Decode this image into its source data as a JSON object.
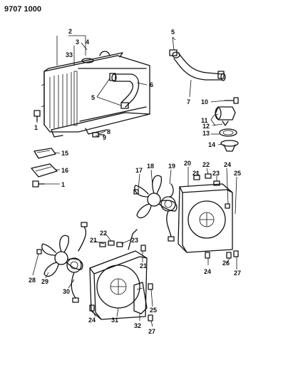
{
  "document_number": "9707 1000",
  "callouts": {
    "c1a": "1",
    "c1b": "1",
    "c2": "2",
    "c3": "3",
    "c4": "4",
    "c5a": "5",
    "c5b": "5",
    "c6": "6",
    "c7": "7",
    "c8": "8",
    "c9": "9",
    "c10": "10",
    "c11": "11",
    "c12": "12",
    "c13": "13",
    "c14": "14",
    "c15": "15",
    "c16": "16",
    "c17": "17",
    "c18": "18",
    "c19": "19",
    "c20": "20",
    "c21a": "21",
    "c21b": "21",
    "c22a": "22",
    "c22b": "22",
    "c23a": "23",
    "c23b": "23",
    "c24a": "24",
    "c24b": "24",
    "c24c": "24",
    "c25a": "25",
    "c25b": "25",
    "c26": "26",
    "c27a": "27",
    "c27b": "27",
    "c28": "28",
    "c29": "29",
    "c30": "30",
    "c31": "31",
    "c32": "32",
    "c33": "33"
  }
}
